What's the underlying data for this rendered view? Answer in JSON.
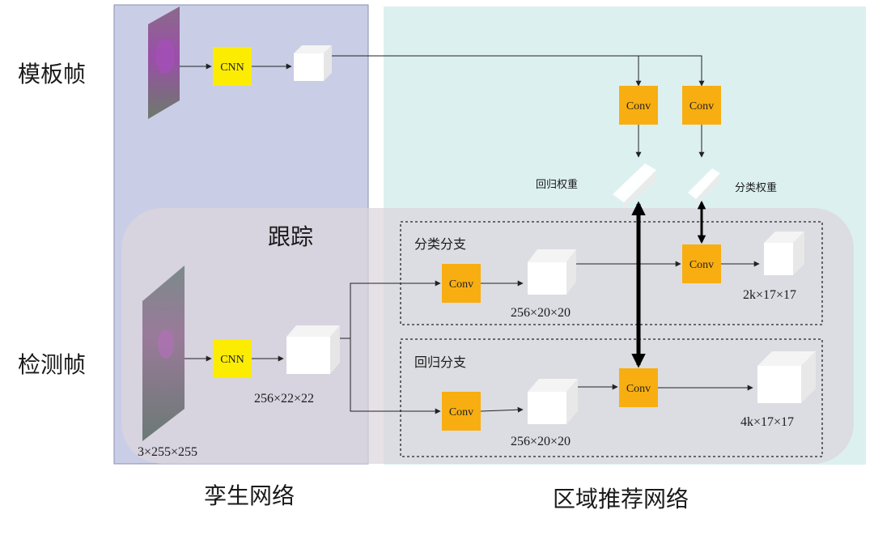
{
  "labels": {
    "template_frame": "模板帧",
    "detection_frame": "检测帧",
    "tracking": "跟踪",
    "siamese_network": "孪生网络",
    "region_proposal_network": "区域推荐网络",
    "classification_branch": "分类分支",
    "regression_branch": "回归分支",
    "regression_weight": "回归权重",
    "classification_weight": "分类权重"
  },
  "blocks": {
    "cnn": "CNN",
    "conv": "Conv"
  },
  "dims": {
    "detection_input": "3×255×255",
    "detection_feature": "256×22×22",
    "cls_feature": "256×20×20",
    "reg_feature": "256×20×20",
    "cls_output": "2k×17×17",
    "reg_output": "4k×17×17"
  },
  "colors": {
    "siamese_bg": "#c9cde6",
    "rpn_bg": "#dcf0f0",
    "tracking_bg": "#dcd6dc",
    "cnn": "#fcec02",
    "conv": "#f8ae10"
  }
}
